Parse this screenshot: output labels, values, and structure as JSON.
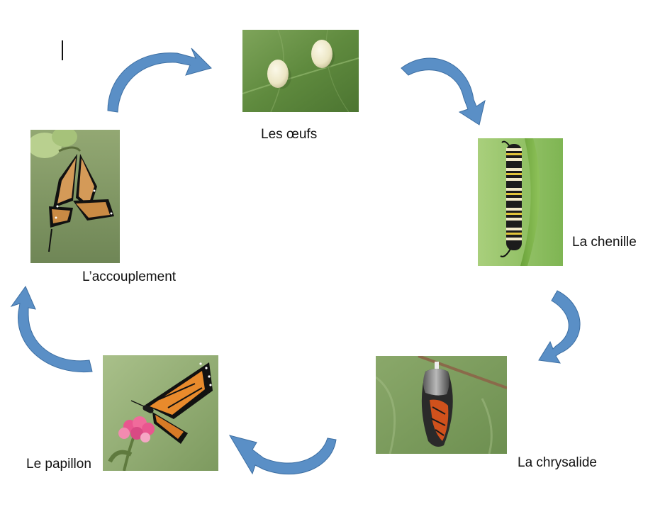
{
  "stages": [
    {
      "id": "eggs",
      "label": "Les œufs",
      "photo": "eggs-photo"
    },
    {
      "id": "caterpillar",
      "label": "La chenille",
      "photo": "caterpillar-photo"
    },
    {
      "id": "chrysalis",
      "label": "La chrysalide",
      "photo": "chrysalis-photo"
    },
    {
      "id": "butterfly",
      "label": "Le papillon",
      "photo": "butterfly-photo"
    },
    {
      "id": "mating",
      "label": "L’accouplement",
      "photo": "mating-photo"
    }
  ],
  "colors": {
    "arrow_fill": "#5a8fc6",
    "arrow_stroke": "#3d6fa3",
    "label_text": "#111111"
  }
}
